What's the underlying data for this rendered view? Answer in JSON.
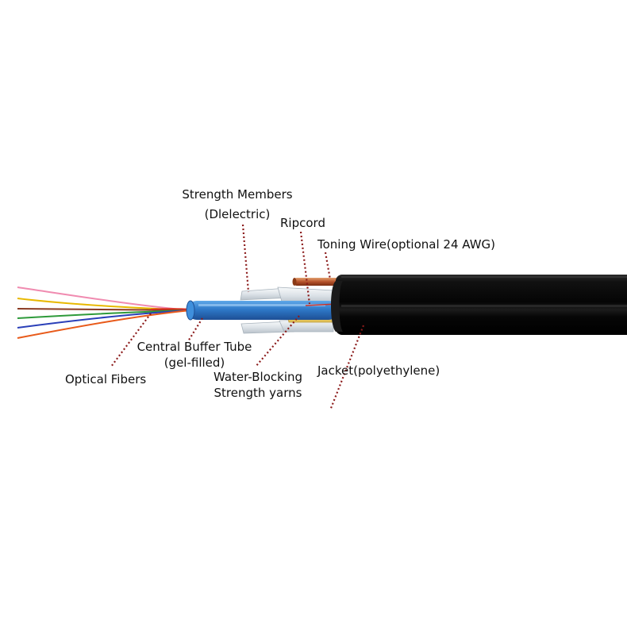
{
  "labels": {
    "strength_members": [
      "Strength Members",
      "(Dlelectric)"
    ],
    "ripcord": "Ripcord",
    "toning_wire": "Toning Wire(optional 24 AWG)",
    "central_buffer_tube": [
      "Central Buffer Tube",
      "(gel-filled)"
    ],
    "optical_fibers": "Optical Fibers",
    "water_blocking": [
      "Water-Blocking",
      "Strength yarns"
    ],
    "jacket": "Jacket(polyethylene)"
  },
  "colors": {
    "jacket": "#0d0d0d",
    "buffer_tube": "#2f79c8",
    "leader_lines": "#8b1a1a",
    "toning_wire": "#b5522a",
    "yarns": "#e2c25a",
    "strength_members": "#dde3e8",
    "fibers": [
      "#f08bb0",
      "#e8b800",
      "#b5523a",
      "#2e9a3a",
      "#2a3fb8",
      "#e85a1a"
    ]
  }
}
